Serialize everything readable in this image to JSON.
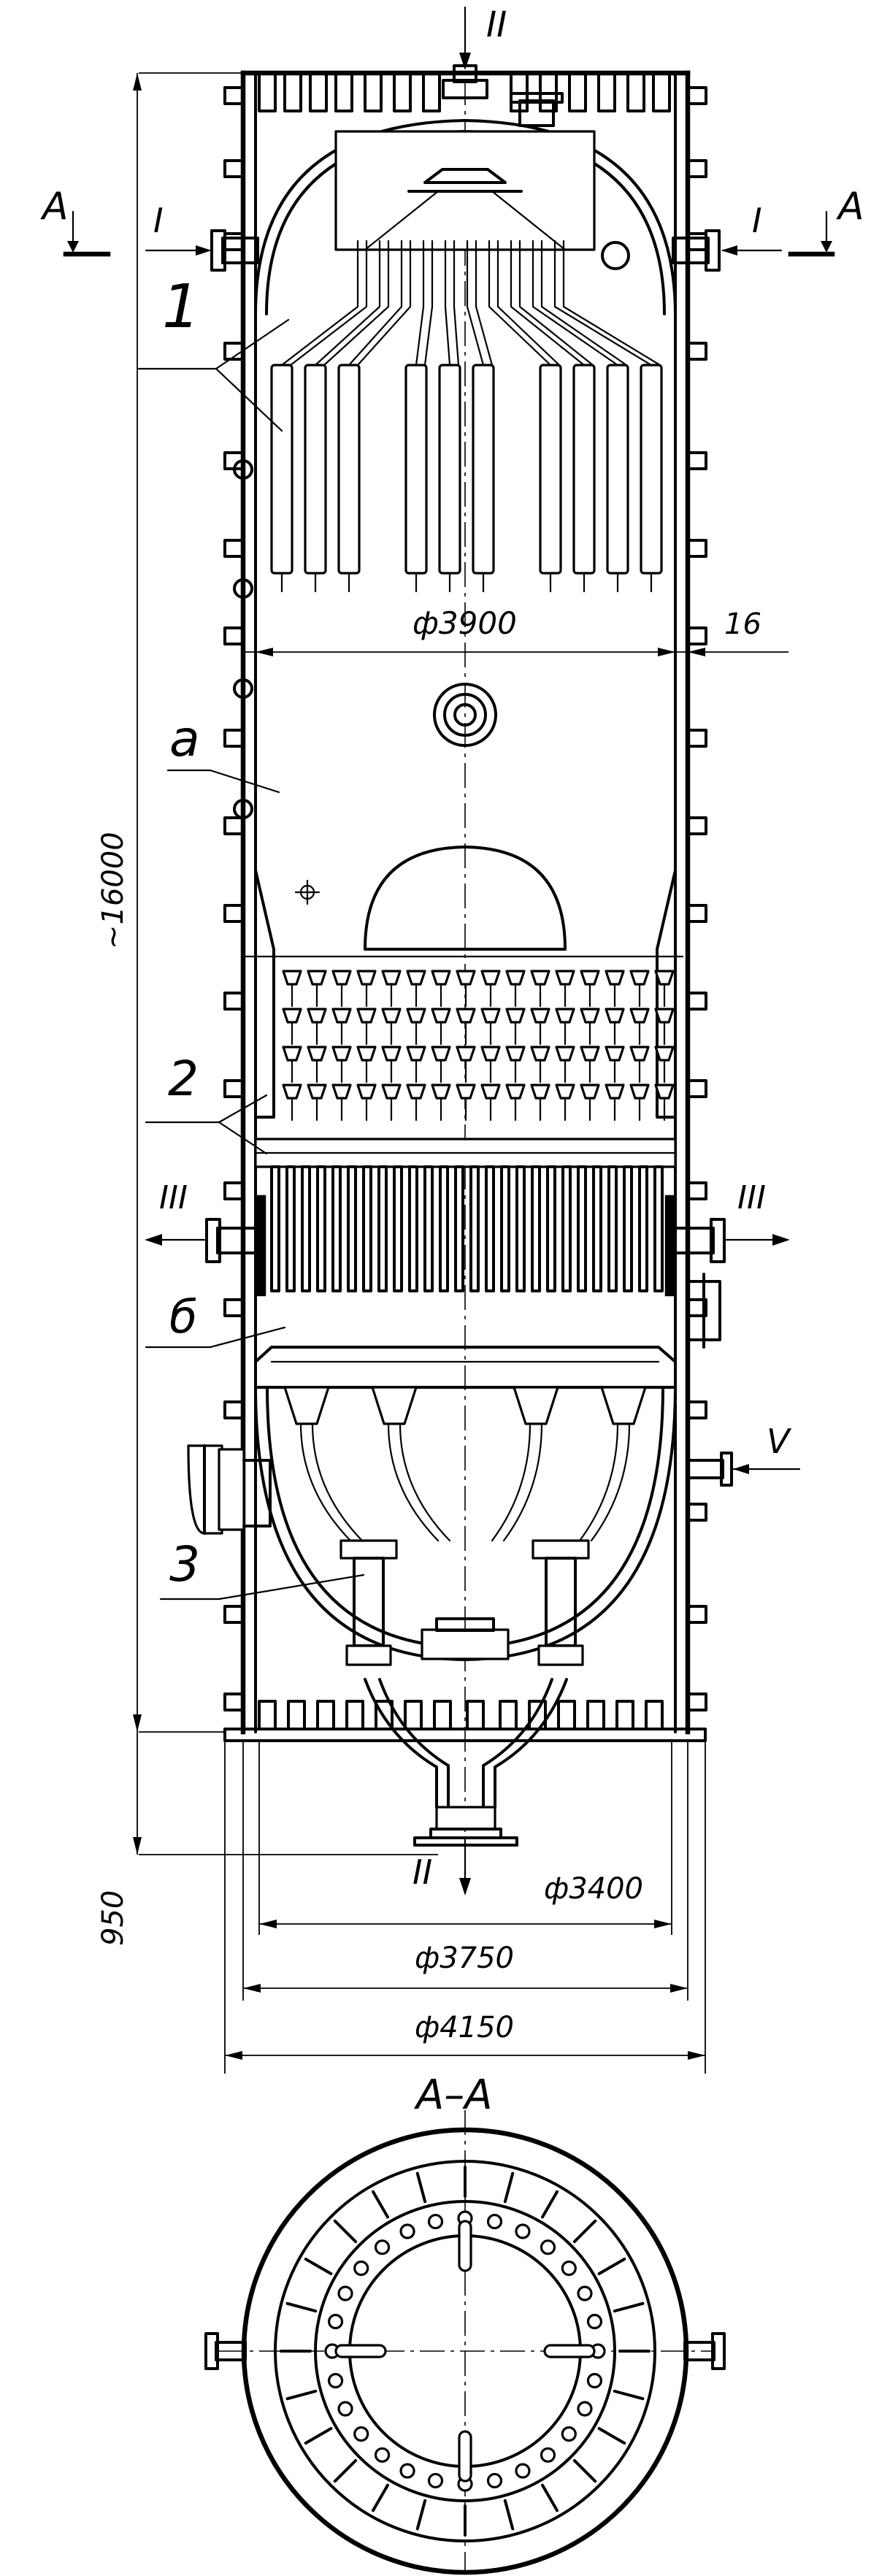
{
  "views": {
    "section_marks": {
      "left_letter": "A",
      "right_letter": "A",
      "section_title": "A–A"
    },
    "flow_labels": {
      "top_inlet": "II",
      "left_inlet": "I",
      "right_inlet": "I",
      "left_outlet": "III",
      "right_outlet": "III",
      "side_inlet": "V",
      "bottom_outlet": "II"
    },
    "callouts": {
      "item_1": "1",
      "item_2": "2",
      "item_3": "3",
      "zone_a": "а",
      "zone_b": "б"
    },
    "dimensions": {
      "inner_diameter": "ф3900",
      "wall_thickness": "16",
      "overall_height": "~16000",
      "skirt_height": "950",
      "d_3400": "ф3400",
      "d_3750": "ф3750",
      "d_4150": "ф4150"
    }
  }
}
